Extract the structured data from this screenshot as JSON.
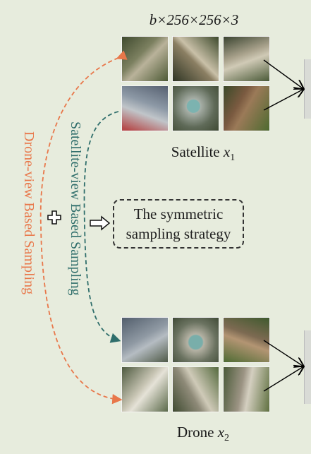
{
  "top_label": "b×256×256×3",
  "satellite_caption": "Satellite",
  "satellite_var": "x",
  "satellite_sub": "1",
  "drone_caption": "Drone",
  "drone_var": "x",
  "drone_sub": "2",
  "drone_sampling_label": "Drone-view Based Sampling",
  "satellite_sampling_label": "Satellite-view Based Sampling",
  "strategy_line1": "The symmetric",
  "strategy_line2": "sampling strategy",
  "colors": {
    "orange": "#e8774a",
    "teal": "#2f6e6b",
    "background": "#e7ecdd"
  }
}
